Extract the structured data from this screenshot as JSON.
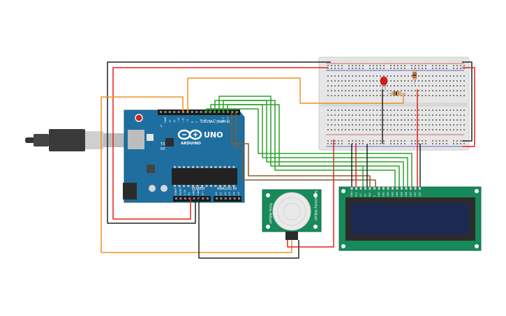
{
  "arduino": {
    "model_label": "UNO",
    "brand_label": "ARDUINO",
    "digital_label": "DIGITAL (PWM~)",
    "power_label": "POWER",
    "analog_label": "ANALOG IN",
    "top_pin_labels": [
      "GND",
      "13",
      "12",
      "~11",
      "~10",
      "~9",
      "8",
      "7",
      "~6",
      "~5",
      "4",
      "~3",
      "2",
      "TX 1",
      "RX 0"
    ],
    "power_pin_labels": [
      "IOREF",
      "RESET",
      "3.3V",
      "5V",
      "GND",
      "GND",
      "Vin"
    ],
    "analog_pin_labels": [
      "A0",
      "A1",
      "A2",
      "A3",
      "A4",
      "A5"
    ],
    "tx_label": "TX",
    "rx_label": "RX",
    "l_label": "L"
  },
  "pir_sensor": {
    "left_label": "Time Adjust",
    "right_label": "Sensitivity Adjust"
  },
  "lcd": {
    "pin_labels": [
      "GND",
      "VCC",
      "V0",
      "RS",
      "RW",
      "E",
      "DB0",
      "DB1",
      "DB2",
      "DB3",
      "DB4",
      "DB5",
      "DB6",
      "DB7",
      "LED",
      "LED"
    ]
  },
  "colors": {
    "wire_red": "#e0201c",
    "wire_black": "#222222",
    "wire_orange": "#f0901e",
    "wire_green": "#2aa02a",
    "wire_brown": "#8b5a2b",
    "board_blue": "#1e6fa0",
    "pcb_green": "#17895a",
    "lcd_screen": "#1c2a52"
  }
}
